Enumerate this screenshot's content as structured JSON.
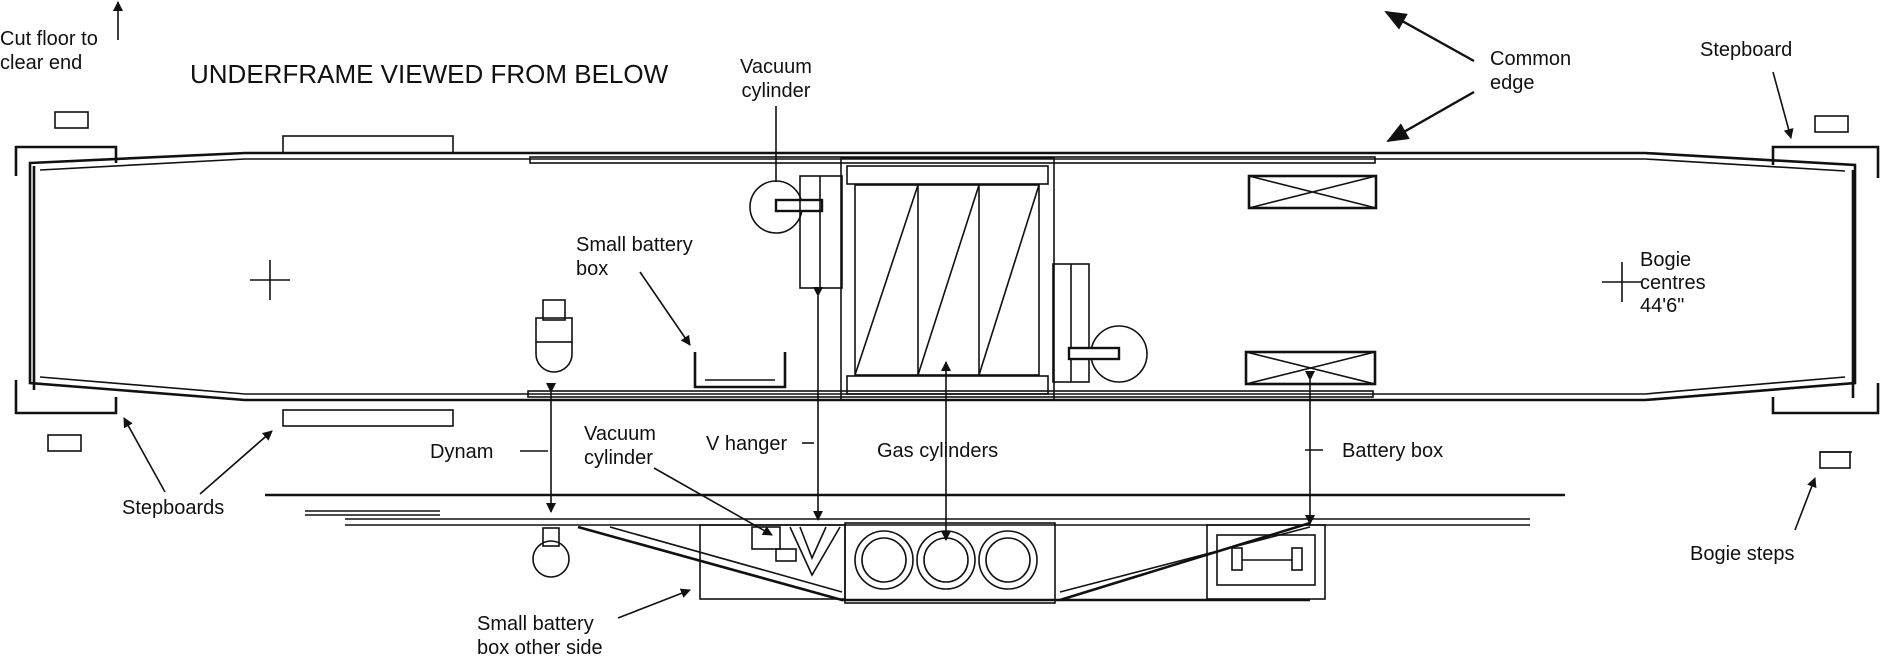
{
  "title": "UNDERFRAME VIEWED FROM BELOW",
  "labels": {
    "cut_floor": [
      "Cut floor to",
      "clear end"
    ],
    "vacuum_cylinder_top": [
      "Vacuum",
      "cylinder"
    ],
    "common_edge": [
      "Common",
      "edge"
    ],
    "stepboard": "Stepboard",
    "small_battery_box": [
      "Small battery",
      "box"
    ],
    "bogie_centres": [
      "Bogie",
      "centres",
      "44'6\""
    ],
    "dynam": "Dynam",
    "vacuum_cylinder_side": [
      "Vacuum",
      "cylinder"
    ],
    "v_hanger": "V hanger",
    "gas_cylinders": "Gas cylinders",
    "battery_box": "Battery box",
    "stepboards": "Stepboards",
    "bogie_steps": "Bogie steps",
    "small_battery_box_other_side": [
      "Small battery",
      "box other side"
    ]
  }
}
